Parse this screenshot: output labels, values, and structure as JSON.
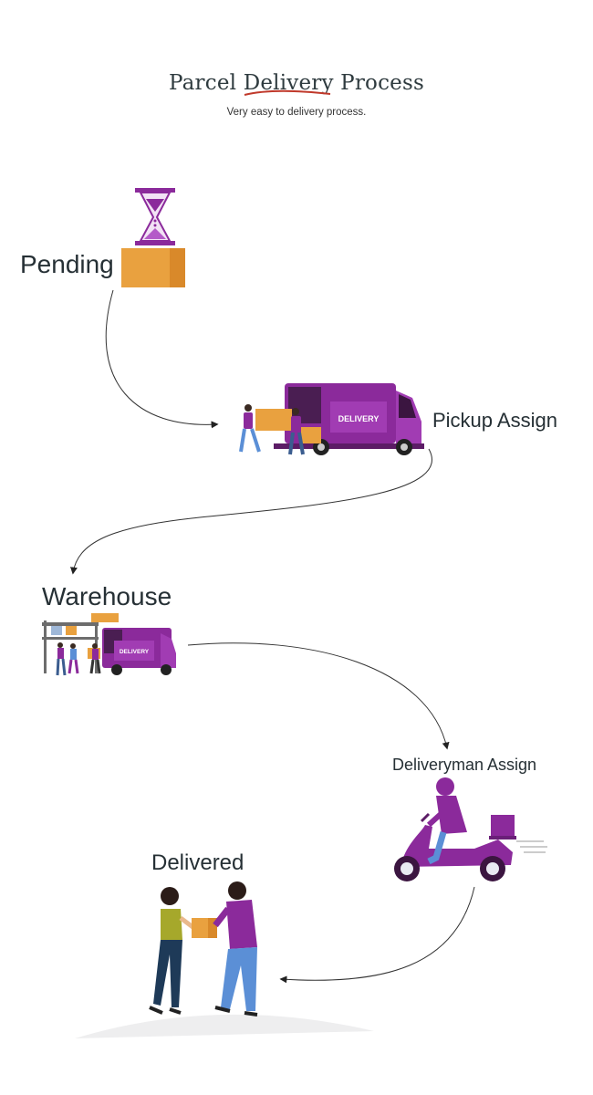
{
  "header": {
    "title": "Parcel Delivery Process",
    "subtitle": "Very easy to delivery process."
  },
  "steps": [
    {
      "label": "Pending",
      "icon": "hourglass-box-icon"
    },
    {
      "label": "Pickup Assign",
      "icon": "delivery-truck-loading-icon"
    },
    {
      "label": "Warehouse",
      "icon": "warehouse-truck-icon"
    },
    {
      "label": "Deliveryman Assign",
      "icon": "scooter-rider-icon"
    },
    {
      "label": "Delivered",
      "icon": "parcel-handover-icon"
    }
  ],
  "truck_text": "DELIVERY",
  "colors": {
    "purple": "#8b2a9b",
    "purple_light": "#b45ac8",
    "box": "#e9a13f",
    "box_dark": "#d9892a",
    "text": "#263035",
    "underline": "#c0392b"
  }
}
